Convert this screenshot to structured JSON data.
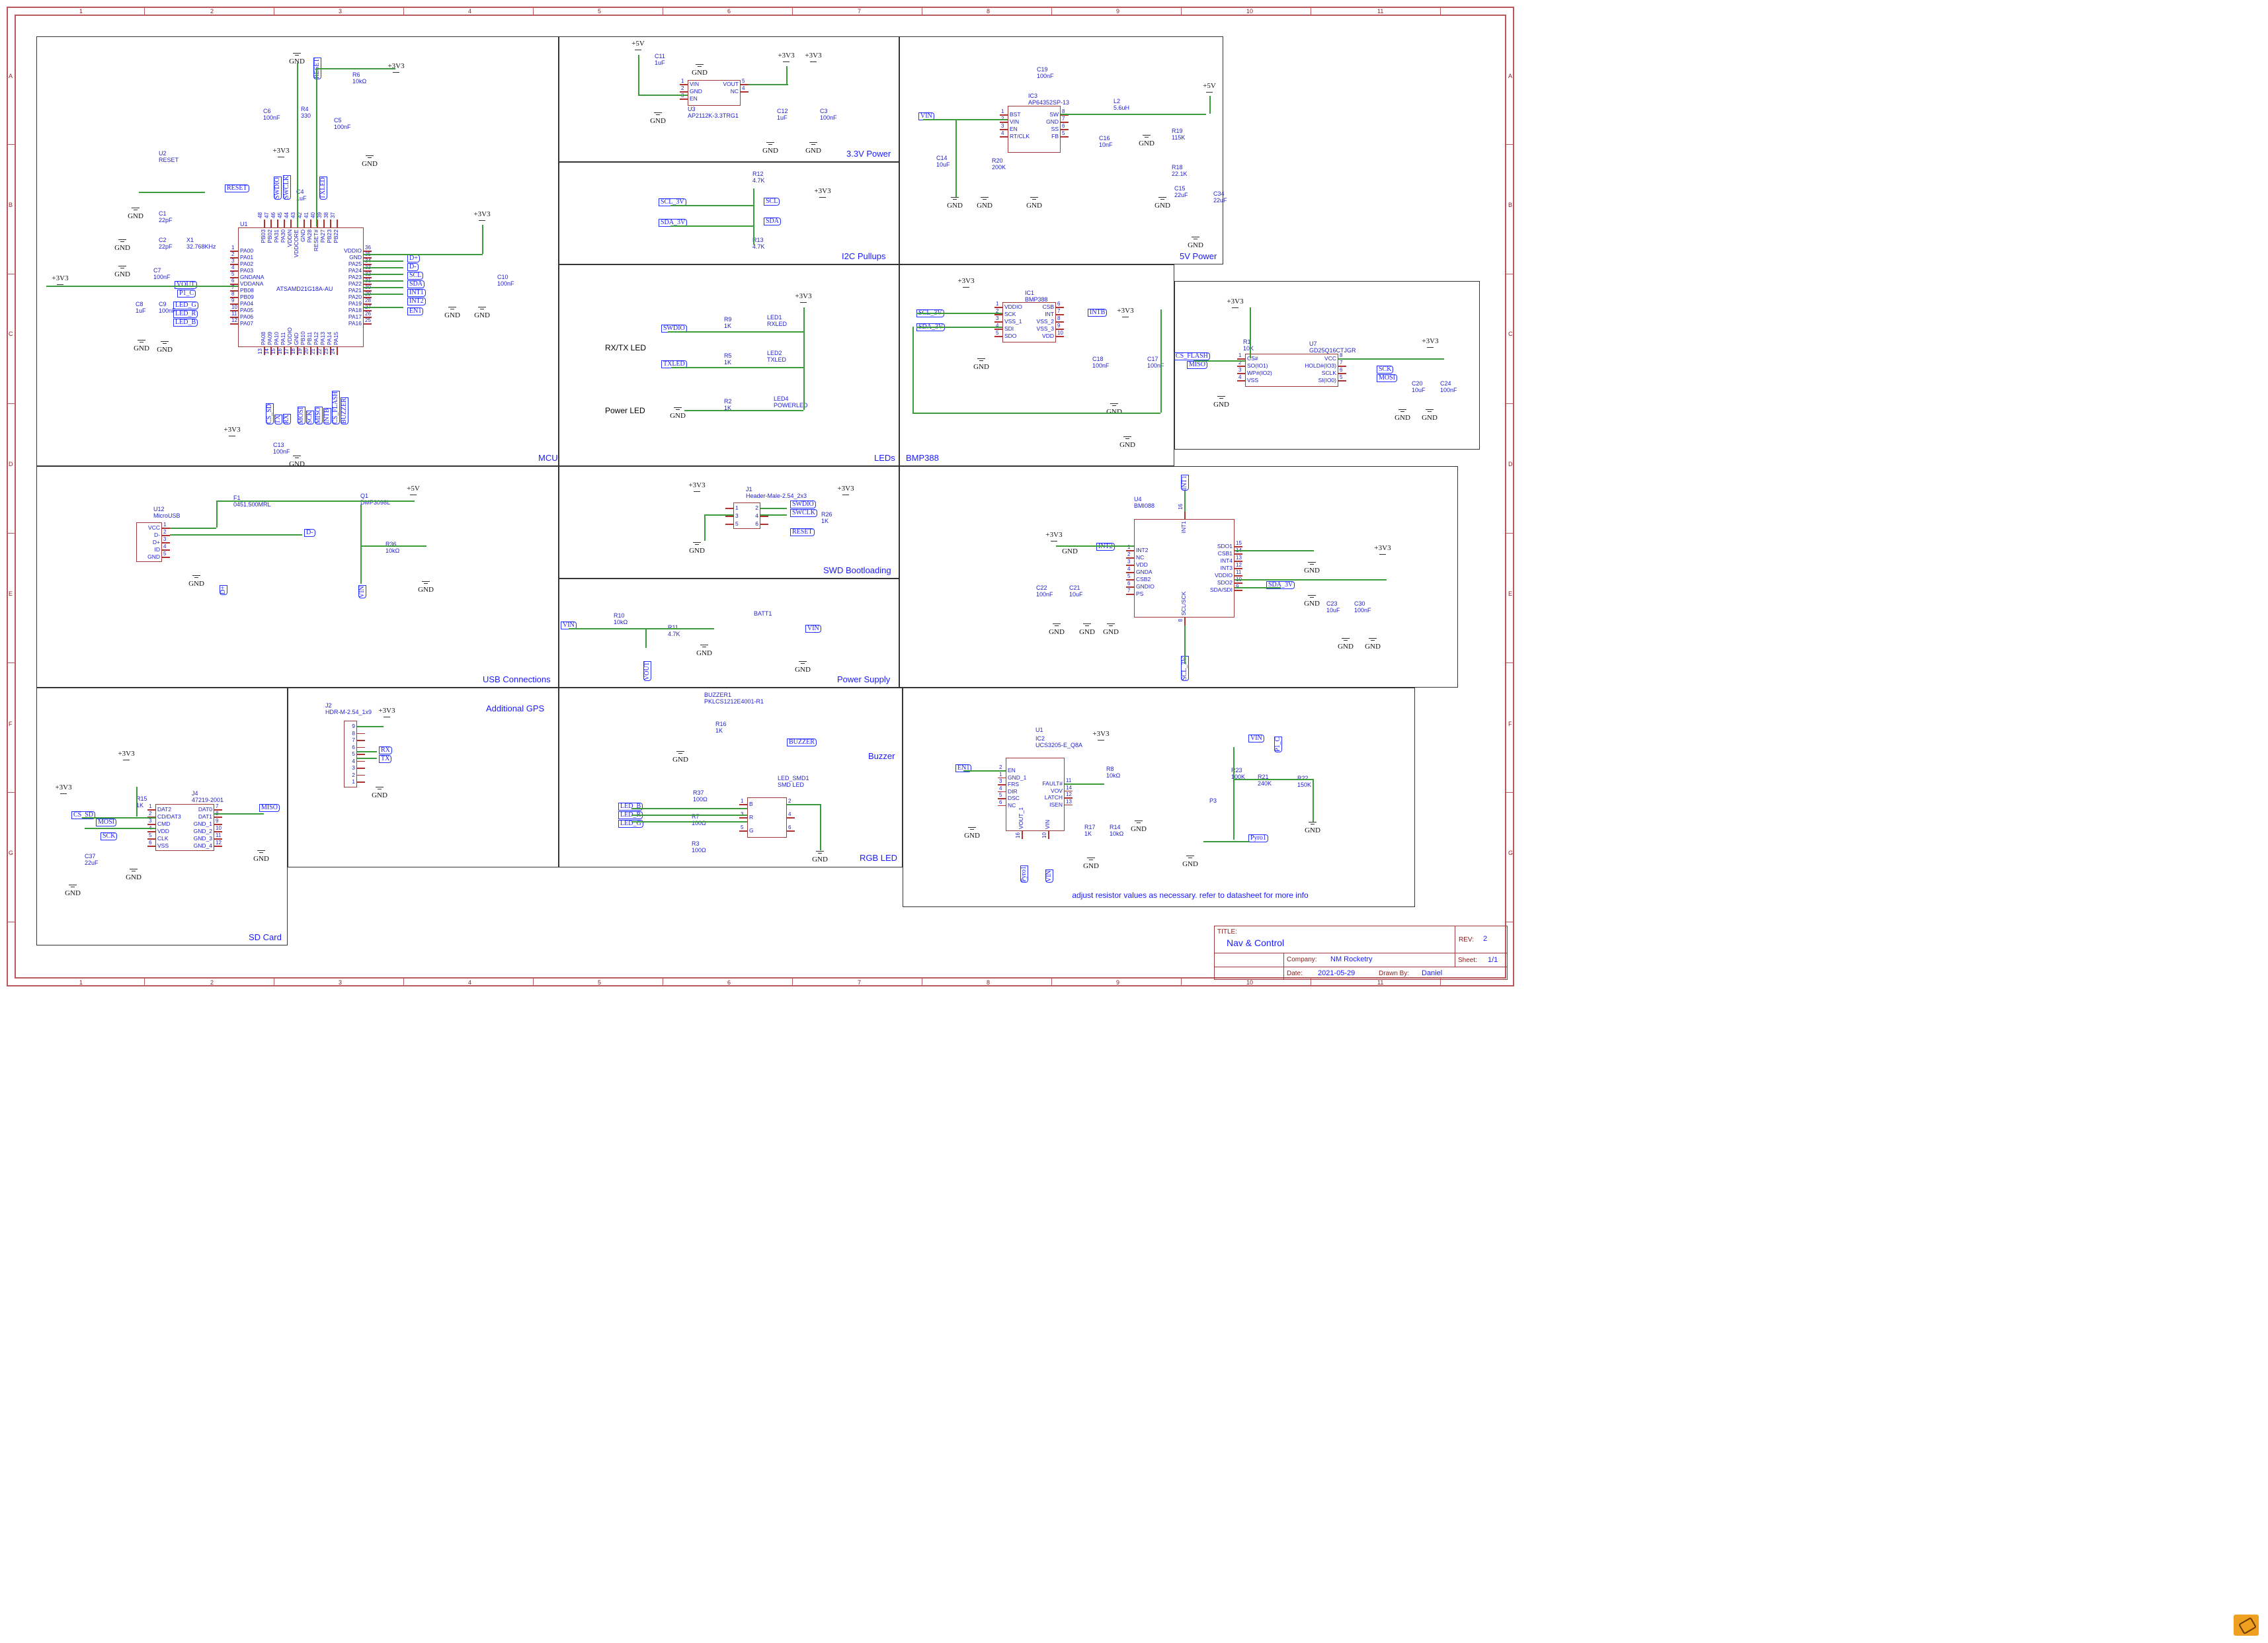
{
  "title_block": {
    "title_label": "TITLE:",
    "title": "Nav & Control",
    "rev_label": "REV:",
    "rev": "2",
    "company_label": "Company:",
    "company": "NM Rocketry",
    "sheet_label": "Sheet:",
    "sheet": "1/1",
    "date_label": "Date:",
    "date": "2021-05-29",
    "drawn_by_label": "Drawn By:",
    "drawn_by": "Daniel"
  },
  "grid": {
    "columns": [
      "1",
      "2",
      "3",
      "4",
      "5",
      "6",
      "7",
      "8",
      "9",
      "10",
      "11"
    ],
    "rows": [
      "A",
      "B",
      "C",
      "D",
      "E",
      "F",
      "G"
    ]
  },
  "colors": {
    "frame": "#b8595d",
    "wire": "#3c9c3c",
    "net_label": "#1a1aff",
    "component": "#9b3b3b"
  },
  "power": {
    "gnd": "GND",
    "v33": "+3V3",
    "v5": "+5V"
  },
  "sections": [
    {
      "id": "mcu",
      "label": "MCU"
    },
    {
      "id": "p33",
      "label": "3.3V Power"
    },
    {
      "id": "i2c",
      "label": "I2C Pullups"
    },
    {
      "id": "p5",
      "label": "5V Power"
    },
    {
      "id": "leds",
      "label": "LEDs"
    },
    {
      "id": "bmp",
      "label": "BMP388"
    },
    {
      "id": "flash",
      "label": ""
    },
    {
      "id": "bmi",
      "label": ""
    },
    {
      "id": "usb",
      "label": "USB Connections"
    },
    {
      "id": "swd",
      "label": "SWD Bootloading"
    },
    {
      "id": "psu",
      "label": "Power Supply"
    },
    {
      "id": "sd",
      "label": "SD Card"
    },
    {
      "id": "gps",
      "label": "Additional GPS"
    },
    {
      "id": "buzzer",
      "label": "Buzzer"
    },
    {
      "id": "pyro",
      "label": ""
    }
  ],
  "rgb_label": "RGB LED",
  "led_group_labels": [
    "RX/TX LED",
    "Power LED"
  ],
  "note": "adjust resistor values as necessary. refer to datasheet for more info",
  "parts": [
    {
      "ref": "R6",
      "value": "10kΩ"
    },
    {
      "ref": "R4",
      "value": "330"
    },
    {
      "ref": "C6",
      "value": "100nF"
    },
    {
      "ref": "C5",
      "value": "100nF"
    },
    {
      "ref": "C4",
      "value": "1uF"
    },
    {
      "ref": "U2",
      "value": "RESET"
    },
    {
      "ref": "C1",
      "value": "22pF"
    },
    {
      "ref": "C2",
      "value": "22pF"
    },
    {
      "ref": "X1",
      "value": "32.768KHz"
    },
    {
      "ref": "C7",
      "value": "100nF"
    },
    {
      "ref": "C8",
      "value": "1uF"
    },
    {
      "ref": "C9",
      "value": "100nF"
    },
    {
      "ref": "C10",
      "value": "100nF"
    },
    {
      "ref": "C13",
      "value": "100nF"
    },
    {
      "ref": "C11",
      "value": "1uF"
    },
    {
      "ref": "C12",
      "value": "1uF"
    },
    {
      "ref": "C3",
      "value": "100nF"
    },
    {
      "ref": "R12",
      "value": "4.7K"
    },
    {
      "ref": "R13",
      "value": "4.7K"
    },
    {
      "ref": "C19",
      "value": "100nF"
    },
    {
      "ref": "L2",
      "value": "5.6uH"
    },
    {
      "ref": "C16",
      "value": "10nF"
    },
    {
      "ref": "R19",
      "value": "115K"
    },
    {
      "ref": "R18",
      "value": "22.1K"
    },
    {
      "ref": "C14",
      "value": "10uF"
    },
    {
      "ref": "R20",
      "value": "200K"
    },
    {
      "ref": "C15",
      "value": "22uF"
    },
    {
      "ref": "C34",
      "value": "22uF"
    },
    {
      "ref": "R9",
      "value": "1K"
    },
    {
      "ref": "LED1",
      "value": "RXLED"
    },
    {
      "ref": "R5",
      "value": "1K"
    },
    {
      "ref": "LED2",
      "value": "TXLED"
    },
    {
      "ref": "R2",
      "value": "1K"
    },
    {
      "ref": "LED4",
      "value": "POWERLED"
    },
    {
      "ref": "C18",
      "value": "100nF"
    },
    {
      "ref": "C17",
      "value": "100nF"
    },
    {
      "ref": "R1",
      "value": "10K"
    },
    {
      "ref": "C20",
      "value": "10uF"
    },
    {
      "ref": "C24",
      "value": "100nF"
    },
    {
      "ref": "C22",
      "value": "100nF"
    },
    {
      "ref": "C21",
      "value": "10uF"
    },
    {
      "ref": "C23",
      "value": "10uF"
    },
    {
      "ref": "C30",
      "value": "100nF"
    },
    {
      "ref": "F1",
      "value": "0451.500MRL"
    },
    {
      "ref": "Q1",
      "value": "DMP3098L"
    },
    {
      "ref": "R36",
      "value": "10kΩ"
    },
    {
      "ref": "R26",
      "value": "1K"
    },
    {
      "ref": "R10",
      "value": "10kΩ"
    },
    {
      "ref": "R11",
      "value": "4.7K"
    },
    {
      "ref": "BATT1",
      "value": ""
    },
    {
      "ref": "R15",
      "value": "1K"
    },
    {
      "ref": "C37",
      "value": "22uF"
    },
    {
      "ref": "BUZZER1",
      "value": "PKLCS1212E4001-R1"
    },
    {
      "ref": "R16",
      "value": "1K"
    },
    {
      "ref": "LED_SMD1",
      "value": "SMD LED"
    },
    {
      "ref": "R37",
      "value": "100Ω"
    },
    {
      "ref": "R7",
      "value": "100Ω"
    },
    {
      "ref": "R3",
      "value": "100Ω"
    },
    {
      "ref": "R8",
      "value": "10kΩ"
    },
    {
      "ref": "R17",
      "value": "1K"
    },
    {
      "ref": "R14",
      "value": "10kΩ"
    },
    {
      "ref": "P3",
      "value": ""
    },
    {
      "ref": "R23",
      "value": "100K"
    },
    {
      "ref": "R21",
      "value": "240K"
    },
    {
      "ref": "R22",
      "value": "150K"
    },
    {
      "ref": "U1",
      "value": ""
    }
  ],
  "nets": [
    "RESET",
    "SWDIO",
    "SWCLK",
    "TXLED",
    "RESET",
    "VOUT",
    "P1_C",
    "LED_G",
    "LED_R",
    "LED_B",
    "D+",
    "D-",
    "SCL",
    "SDA",
    "INT1",
    "INT2",
    "EN1",
    "CS_SD",
    "TX",
    "RX",
    "MOSI",
    "SCK",
    "MISO",
    "INTB",
    "CS_FLASH",
    "BUZZER",
    "SCL_3V",
    "SDA_3V",
    "SCL",
    "SDA",
    "VIN",
    "SWDIO",
    "TXLED",
    "SCL_3V",
    "SDA_3V",
    "INTB",
    "CS_FLASH",
    "MISO",
    "SCK",
    "MOSI",
    "INT1",
    "INT2",
    "SDA_3V",
    "SCL_3V",
    "D-",
    "D+",
    "VIN",
    "SWDIO",
    "SWCLK",
    "RESET",
    "VIN",
    "VOUT",
    "VIN",
    "CS_SD",
    "MOSI",
    "SCK",
    "MISO",
    "RX",
    "TX",
    "BUZZER",
    "LED_B",
    "LED_R",
    "LED_G",
    "EN1",
    "Pyro1",
    "VIN",
    "VIN",
    "P1_C",
    "Pyro1",
    "GND"
  ],
  "chips": {
    "u1": {
      "ref": "U1",
      "part": "ATSAMD21G18A-AU",
      "left": [
        [
          "1",
          "PA00"
        ],
        [
          "2",
          "PA01"
        ],
        [
          "3",
          "PA02"
        ],
        [
          "4",
          "PA03"
        ],
        [
          "5",
          "GNDANA"
        ],
        [
          "6",
          "VDDANA"
        ],
        [
          "7",
          "PB08"
        ],
        [
          "8",
          "PB09"
        ],
        [
          "9",
          "PA04"
        ],
        [
          "10",
          "PA05"
        ],
        [
          "11",
          "PA06"
        ],
        [
          "12",
          "PA07"
        ]
      ],
      "right": [
        [
          "36",
          "VDDIO"
        ],
        [
          "35",
          "GND"
        ],
        [
          "34",
          "PA25"
        ],
        [
          "33",
          "PA24"
        ],
        [
          "32",
          "PA23"
        ],
        [
          "31",
          "PA22"
        ],
        [
          "30",
          "PA21"
        ],
        [
          "29",
          "PA20"
        ],
        [
          "28",
          "PA19"
        ],
        [
          "27",
          "PA18"
        ],
        [
          "26",
          "PA17"
        ],
        [
          "25",
          "PA16"
        ]
      ],
      "top": [
        [
          "48",
          "PB03"
        ],
        [
          "47",
          "PB02"
        ],
        [
          "46",
          "PA31"
        ],
        [
          "45",
          "PA30"
        ],
        [
          "44",
          "VDDIN"
        ],
        [
          "43",
          "VDDCORE"
        ],
        [
          "42",
          "GND"
        ],
        [
          "41",
          "PA28"
        ],
        [
          "40",
          "RESET#"
        ],
        [
          "39",
          "PA27"
        ],
        [
          "38",
          "PB23"
        ],
        [
          "37",
          "PB22"
        ]
      ],
      "bottom": [
        [
          "13",
          "PA08"
        ],
        [
          "14",
          "PA09"
        ],
        [
          "15",
          "PA10"
        ],
        [
          "16",
          "PA11"
        ],
        [
          "17",
          "VDDIO"
        ],
        [
          "18",
          "GND"
        ],
        [
          "19",
          "PB10"
        ],
        [
          "20",
          "PB11"
        ],
        [
          "21",
          "PA12"
        ],
        [
          "22",
          "PA13"
        ],
        [
          "23",
          "PA14"
        ],
        [
          "24",
          "PA15"
        ]
      ]
    },
    "u3": {
      "ref": "U3",
      "part": "AP2112K-3.3TRG1",
      "left": [
        [
          "1",
          "VIN"
        ],
        [
          "2",
          "GND"
        ],
        [
          "3",
          "EN"
        ]
      ],
      "right": [
        [
          "5",
          "VOUT"
        ],
        [
          "4",
          "NC"
        ]
      ]
    },
    "ic3": {
      "ref": "IC3",
      "part": "AP64352SP-13",
      "left": [
        [
          "1",
          "BST"
        ],
        [
          "2",
          "VIN"
        ],
        [
          "3",
          "EN"
        ],
        [
          "4",
          "RT/CLK"
        ]
      ],
      "right": [
        [
          "8",
          "SW"
        ],
        [
          "7",
          "GND"
        ],
        [
          "6",
          "SS"
        ],
        [
          "5",
          "FB"
        ]
      ]
    },
    "ic1": {
      "ref": "IC1",
      "part": "BMP388",
      "left": [
        [
          "1",
          "VDDIO"
        ],
        [
          "2",
          "SCK"
        ],
        [
          "3",
          "VSS_1"
        ],
        [
          "4",
          "SDI"
        ],
        [
          "5",
          "SDO"
        ]
      ],
      "right": [
        [
          "6",
          "CSB"
        ],
        [
          "7",
          "INT"
        ],
        [
          "8",
          "VSS_2"
        ],
        [
          "9",
          "VSS_3"
        ],
        [
          "10",
          "VDD"
        ]
      ]
    },
    "u7": {
      "ref": "U7",
      "part": "GD25Q16CTJGR",
      "left": [
        [
          "1",
          "CS#"
        ],
        [
          "2",
          "SO(IO1)"
        ],
        [
          "3",
          "WP#(IO2)"
        ],
        [
          "4",
          "VSS"
        ]
      ],
      "right": [
        [
          "8",
          "VCC"
        ],
        [
          "7",
          "HOLD#(IO3)"
        ],
        [
          "6",
          "SCLK"
        ],
        [
          "5",
          "SI(IO0)"
        ]
      ]
    },
    "u4": {
      "ref": "U4",
      "part": "BMI088",
      "left": [
        [
          "1",
          "INT2"
        ],
        [
          "2",
          "NC"
        ],
        [
          "3",
          "VDD"
        ],
        [
          "4",
          "GNDA"
        ],
        [
          "5",
          "CSB2"
        ],
        [
          "6",
          "GNDIO"
        ],
        [
          "7",
          "PS"
        ]
      ],
      "right": [
        [
          "15",
          "SDO1"
        ],
        [
          "14",
          "CSB1"
        ],
        [
          "13",
          "INT4"
        ],
        [
          "12",
          "INT3"
        ],
        [
          "11",
          "VDDIO"
        ],
        [
          "10",
          "SDO2"
        ],
        [
          "9",
          "SDA/SDI"
        ]
      ],
      "top": [
        [
          "16",
          "INT1"
        ]
      ],
      "bottom": [
        [
          "8",
          "SCL/SCK"
        ]
      ]
    },
    "u12": {
      "ref": "U12",
      "part": "MicroUSB",
      "right": [
        [
          "1",
          "VCC"
        ],
        [
          "2",
          "D-"
        ],
        [
          "3",
          "D+"
        ],
        [
          "4",
          "ID"
        ],
        [
          "5",
          "GND"
        ]
      ]
    },
    "j1": {
      "ref": "J1",
      "part": "Header-Male-2.54_2x3",
      "left": [
        [
          "",
          "1"
        ],
        [
          "",
          "3"
        ],
        [
          "",
          "5"
        ]
      ],
      "right": [
        [
          "",
          "2"
        ],
        [
          "",
          "4"
        ],
        [
          "",
          "6"
        ]
      ]
    },
    "j4": {
      "ref": "J4",
      "part": "47219-2001",
      "left": [
        [
          "1",
          "DAT2"
        ],
        [
          "2",
          "CD/DAT3"
        ],
        [
          "3",
          "CMD"
        ],
        [
          "4",
          "VDD"
        ],
        [
          "5",
          "CLK"
        ],
        [
          "6",
          "VSS"
        ]
      ],
      "right": [
        [
          "7",
          "DAT0"
        ],
        [
          "8",
          "DAT1"
        ],
        [
          "9",
          "GND_1"
        ],
        [
          "10",
          "GND_2"
        ],
        [
          "11",
          "GND_3"
        ],
        [
          "12",
          "GND_4"
        ]
      ]
    },
    "j2": {
      "ref": "J2",
      "part": "HDR-M-2.54_1x9",
      "right": [
        [
          "",
          "9"
        ],
        [
          "",
          "8"
        ],
        [
          "",
          "7"
        ],
        [
          "",
          "6"
        ],
        [
          "",
          "5"
        ],
        [
          "",
          "4"
        ],
        [
          "",
          "3"
        ],
        [
          "",
          "2"
        ],
        [
          "",
          "1"
        ]
      ]
    },
    "ic2": {
      "ref": "IC2",
      "part": "UCS3205-E_Q8A",
      "left": [
        [
          "2",
          "EN"
        ],
        [
          "1",
          "GND_1"
        ],
        [
          "3",
          "FRS"
        ],
        [
          "4",
          "DIR"
        ],
        [
          "5",
          "DSC"
        ],
        [
          "6",
          "NC"
        ]
      ],
      "right": [
        [
          "11",
          "FAULT#"
        ],
        [
          "14",
          "VOV"
        ],
        [
          "12",
          "LATCH"
        ],
        [
          "13",
          "ISEN"
        ]
      ],
      "bottom": [
        [
          "16",
          "VOUT_1"
        ],
        [
          "10",
          "VIN"
        ]
      ]
    },
    "led_smd1": {
      "ref": "",
      "part": "",
      "left": [
        [
          "1",
          "B"
        ],
        [
          "3",
          "R"
        ],
        [
          "5",
          "G"
        ]
      ],
      "right": [
        [
          "2",
          ""
        ],
        [
          "4",
          ""
        ],
        [
          "6",
          ""
        ]
      ]
    }
  }
}
